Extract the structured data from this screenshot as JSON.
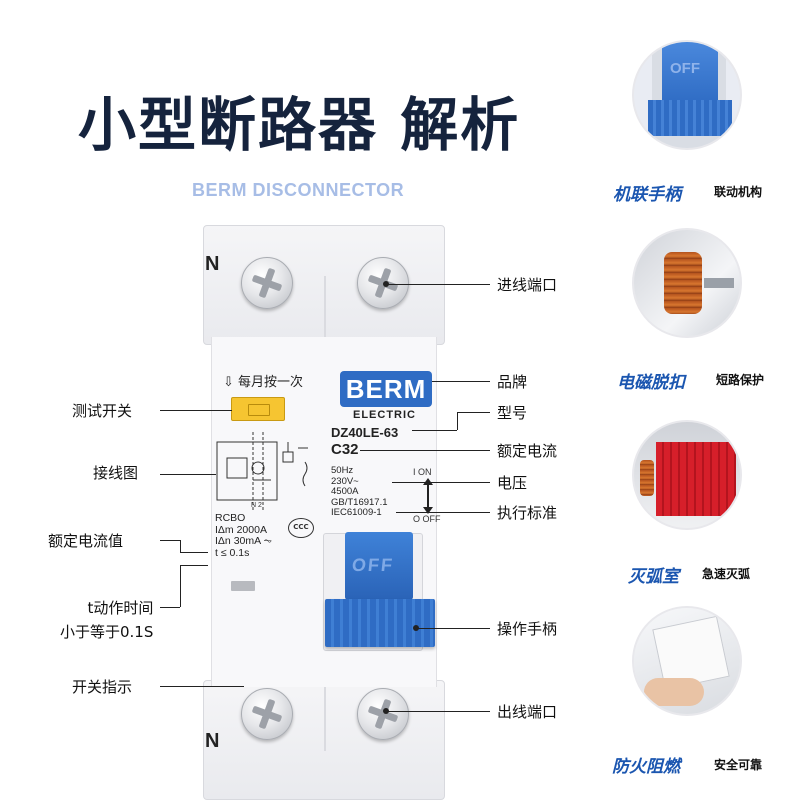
{
  "header": {
    "title": "小型断路器 解析",
    "subtitle": "BERM DISCONNECTOR"
  },
  "device": {
    "terminal_mark": "N",
    "test_hint": "⇩ 每月按一次",
    "brand": "BERM",
    "brand_sub": "ELECTRIC",
    "model": "DZ40LE-63",
    "rated_current": "C32",
    "spec_lines": [
      "50Hz",
      "230V~",
      "4500A",
      "GB/T16917.1",
      "IEC61009-1"
    ],
    "on_label": "I ON",
    "off_label": "O OFF",
    "rcbo_lines": [
      "RCBO",
      "IΔm 2000A",
      "IΔn  30mA ⏦",
      "t ≤  0.1s"
    ],
    "ccc_mark": "CCC",
    "handle_text": "OFF"
  },
  "callouts_right": [
    {
      "key": "inlet",
      "label": "进线端口"
    },
    {
      "key": "brand",
      "label": "品牌"
    },
    {
      "key": "model",
      "label": "型号"
    },
    {
      "key": "rated",
      "label": "额定电流"
    },
    {
      "key": "voltage",
      "label": "电压"
    },
    {
      "key": "standard",
      "label": "执行标准"
    },
    {
      "key": "handle",
      "label": "操作手柄"
    },
    {
      "key": "outlet",
      "label": "出线端口"
    }
  ],
  "callouts_left": [
    {
      "key": "test",
      "label": "测试开关"
    },
    {
      "key": "wiring",
      "label": "接线图"
    },
    {
      "key": "rated_value",
      "label": "额定电流值"
    },
    {
      "key": "trip_time",
      "label": "t动作时间\n小于等于0.1S"
    },
    {
      "key": "indicator",
      "label": "开关指示"
    }
  ],
  "features": [
    {
      "title": "机联手柄",
      "desc": "联动机构",
      "icon": "linked-handle-photo"
    },
    {
      "title": "电磁脱扣",
      "desc": "短路保护",
      "icon": "electromagnetic-coil-photo"
    },
    {
      "title": "灭弧室",
      "desc": "急速灭弧",
      "icon": "arc-chamber-photo"
    },
    {
      "title": "防火阻燃",
      "desc": "安全可靠",
      "icon": "fire-retardant-shell-photo"
    }
  ],
  "colors": {
    "title": "#15233d",
    "subtitle": "#a7bde6",
    "brand_blue": "#2f6cc4",
    "feature_blue": "#1b56b0",
    "test_yellow": "#f6c531"
  }
}
